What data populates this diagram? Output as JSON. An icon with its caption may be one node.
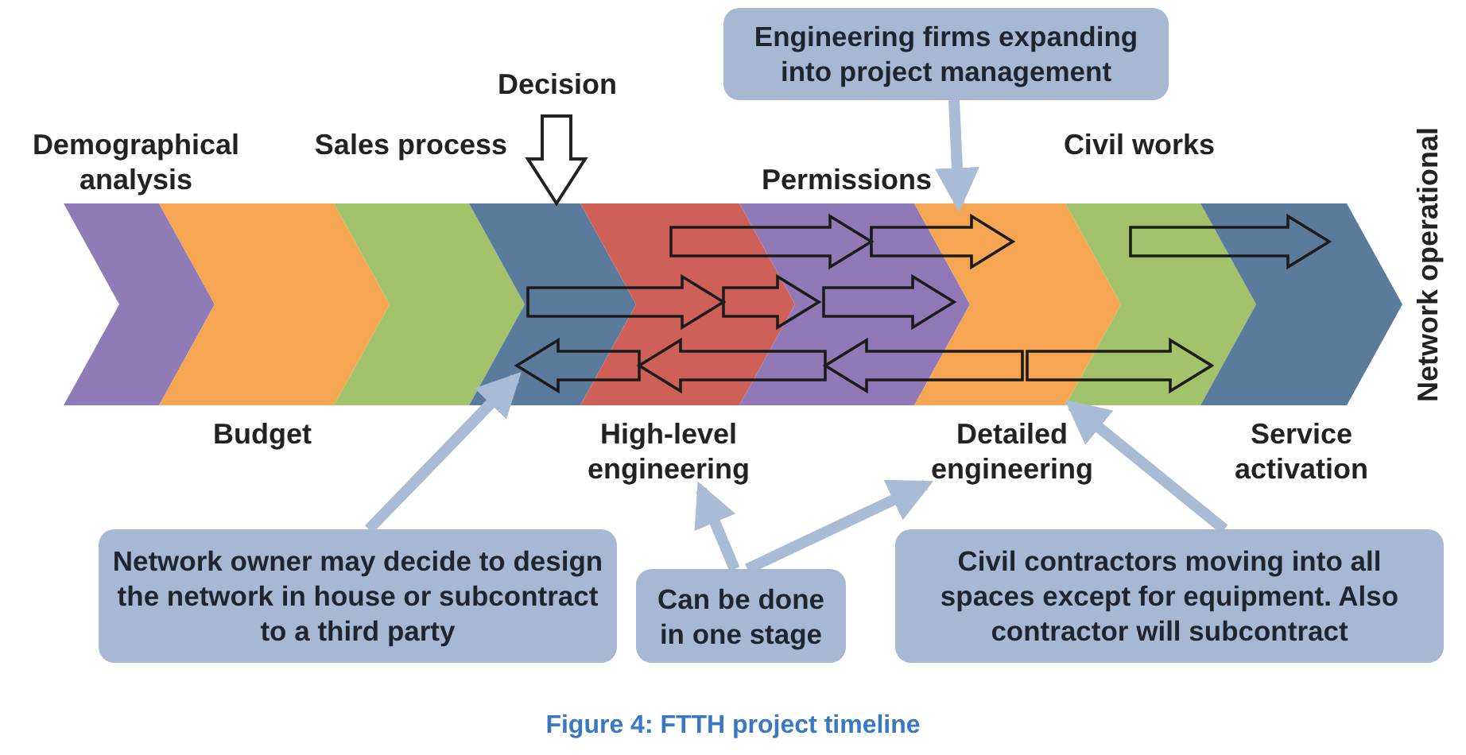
{
  "diagram": {
    "caption": "Figure 4: FTTH project timeline",
    "nodes": [
      {
        "text": [
          "Demographical analysis"
        ]
      },
      {
        "text": [
          "Budget"
        ]
      },
      {
        "text": [
          "Sales process"
        ]
      },
      {
        "text": [
          "Decision"
        ]
      },
      {
        "text": [
          "High-level engineering"
        ]
      },
      {
        "text": [
          "Permissions"
        ]
      },
      {
        "text": [
          "Detailed engineering"
        ]
      },
      {
        "text": [
          "Civil works"
        ]
      },
      {
        "text": [
          "Service activation"
        ]
      },
      {
        "text": [
          "Engineering firms expanding into project management"
        ]
      },
      {
        "text": [
          "Network owner may decide to design the network in house or subcontract to a third party"
        ]
      },
      {
        "text": [
          "Can be done in one stage"
        ]
      },
      {
        "text": [
          "Civil contractors moving into all spaces except for equipment. Also contractor will subcontract"
        ]
      }
    ],
    "edges": [
      {
        "from": 9,
        "to": 6,
        "arrow": "to",
        "color": "#a9bcd6"
      },
      {
        "from": 10,
        "to": 3,
        "arrow": "to",
        "color": "#a9bcd6"
      },
      {
        "from": 11,
        "to": 4,
        "arrow": "to",
        "color": "#a9bcd6"
      },
      {
        "from": 11,
        "to": 6,
        "arrow": "to",
        "color": "#a9bcd6"
      },
      {
        "from": 12,
        "to": 7,
        "arrow": "to",
        "color": "#a9bcd6"
      },
      {
        "from": 4,
        "to": 5,
        "arrow": "to"
      },
      {
        "from": 5,
        "to": 6,
        "arrow": "to"
      },
      {
        "from": 7,
        "to": 8,
        "arrow": "to"
      },
      {
        "from": 3,
        "to": 4,
        "arrow": "to"
      },
      {
        "from": 4,
        "to": 5,
        "arrow": "to"
      },
      {
        "from": 4,
        "to": 5,
        "arrow": "to"
      },
      {
        "from": 4,
        "to": 2,
        "arrow": "to"
      },
      {
        "from": 5,
        "to": 4,
        "arrow": "to"
      },
      {
        "from": 6,
        "to": 5,
        "arrow": "to"
      },
      {
        "from": 6,
        "to": 7,
        "arrow": "to"
      }
    ],
    "labels": [
      "Network operational"
    ]
  }
}
